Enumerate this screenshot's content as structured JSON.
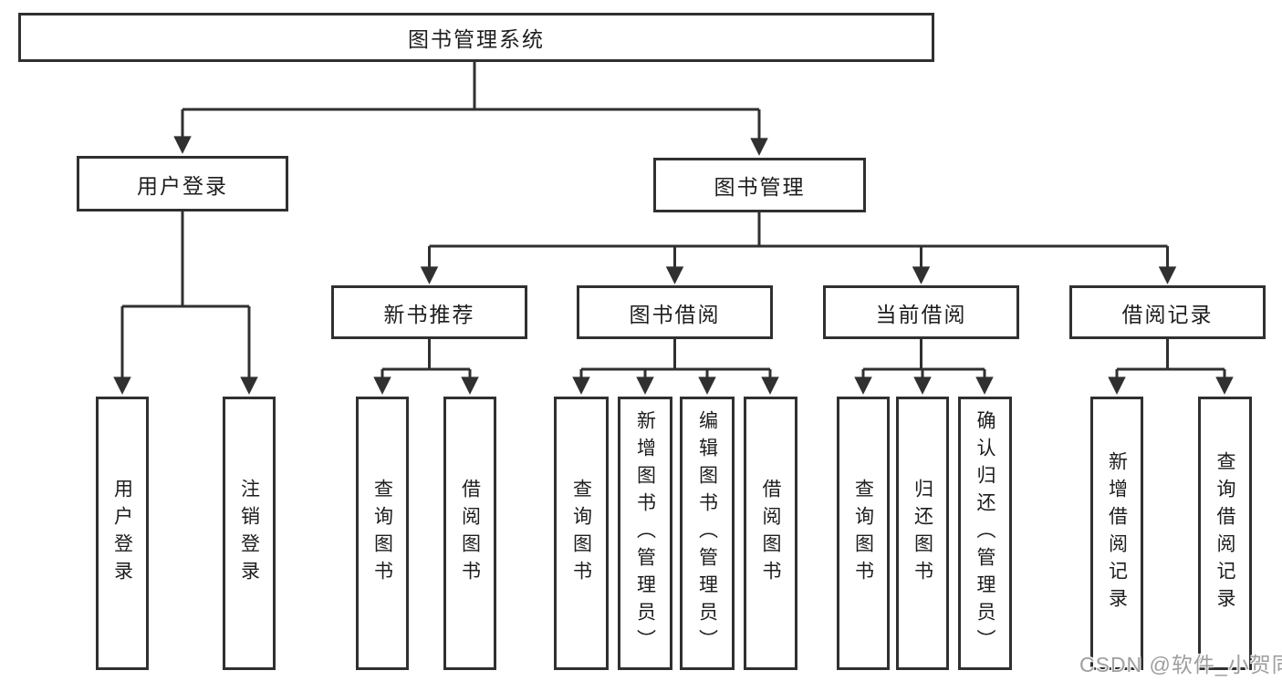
{
  "nodes": {
    "root": {
      "label": "图书管理系统"
    },
    "user_login": {
      "label": "用户登录"
    },
    "book_mgmt": {
      "label": "图书管理"
    },
    "new_book_rec": {
      "label": "新书推荐"
    },
    "book_borrow": {
      "label": "图书借阅"
    },
    "current_borrow": {
      "label": "当前借阅"
    },
    "borrow_records": {
      "label": "借阅记录"
    },
    "leaf_user_login": {
      "label": "用户登录"
    },
    "leaf_logout": {
      "label": "注销登录"
    },
    "leaf_nbr_query": {
      "label": "查询图书"
    },
    "leaf_nbr_borrow": {
      "label": "借阅图书"
    },
    "leaf_bb_query": {
      "label": "查询图书"
    },
    "leaf_bb_add": {
      "label": "新增图书（管理员）"
    },
    "leaf_bb_edit": {
      "label": "编辑图书（管理员）"
    },
    "leaf_bb_borrow": {
      "label": "借阅图书"
    },
    "leaf_cb_query": {
      "label": "查询图书"
    },
    "leaf_cb_return": {
      "label": "归还图书"
    },
    "leaf_cb_confirm": {
      "label": "确认归还（管理员）"
    },
    "leaf_br_add": {
      "label": "新增借阅记录"
    },
    "leaf_br_query": {
      "label": "查询借阅记录"
    }
  },
  "hierarchy": {
    "root": [
      "user_login",
      "book_mgmt"
    ],
    "user_login": [
      "leaf_user_login",
      "leaf_logout"
    ],
    "book_mgmt": [
      "new_book_rec",
      "book_borrow",
      "current_borrow",
      "borrow_records"
    ],
    "new_book_rec": [
      "leaf_nbr_query",
      "leaf_nbr_borrow"
    ],
    "book_borrow": [
      "leaf_bb_query",
      "leaf_bb_add",
      "leaf_bb_edit",
      "leaf_bb_borrow"
    ],
    "current_borrow": [
      "leaf_cb_query",
      "leaf_cb_return",
      "leaf_cb_confirm"
    ],
    "borrow_records": [
      "leaf_br_add",
      "leaf_br_query"
    ]
  },
  "watermark": {
    "text": "CSDN @软件_小贺同学"
  },
  "colors": {
    "line": "#303030",
    "box_border": "#303030",
    "text": "#1d1d1d",
    "background": "#ffffff",
    "watermark": "#949494"
  }
}
